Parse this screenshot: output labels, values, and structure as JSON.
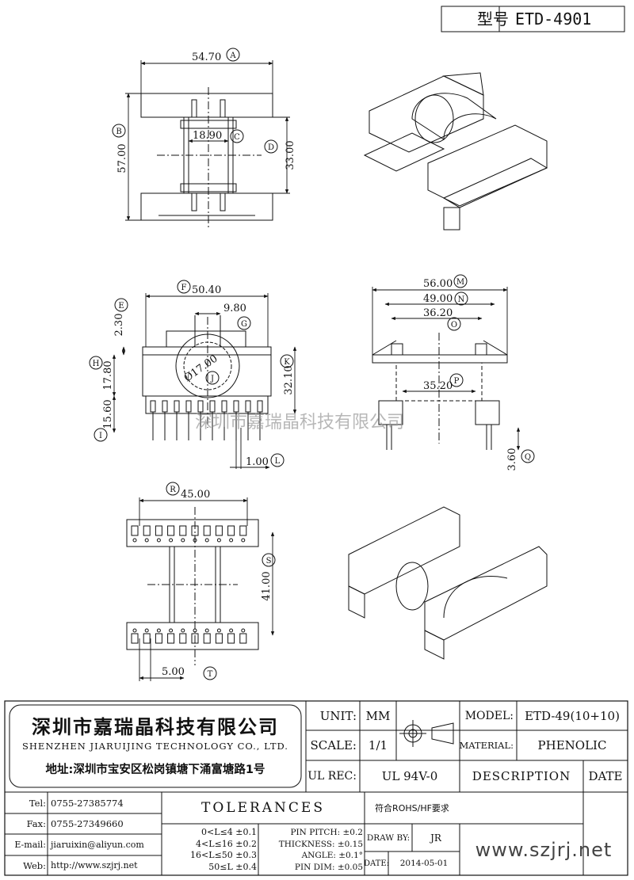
{
  "header": {
    "model_label": "型号",
    "model_value": "ETD-4901"
  },
  "dims": {
    "A": {
      "mark": "A",
      "value": "54.70"
    },
    "B": {
      "mark": "B",
      "value": "57.00"
    },
    "C": {
      "mark": "C",
      "value": "18.90"
    },
    "D": {
      "mark": "D",
      "value": "33.00"
    },
    "E": {
      "mark": "E",
      "value": "2.30"
    },
    "F": {
      "mark": "F",
      "value": "50.40"
    },
    "G": {
      "mark": "G",
      "value": "9.80"
    },
    "H": {
      "mark": "H",
      "value": "17.80"
    },
    "I": {
      "mark": "I",
      "value": "15.60"
    },
    "J": {
      "mark": "J",
      "value": "Ø17.00"
    },
    "K": {
      "mark": "K",
      "value": "32.10"
    },
    "L": {
      "mark": "L",
      "value": "1.00"
    },
    "M": {
      "mark": "M",
      "value": "56.00"
    },
    "N": {
      "mark": "N",
      "value": "49.00"
    },
    "O": {
      "mark": "O",
      "value": "36.20"
    },
    "P": {
      "mark": "P",
      "value": "35.20"
    },
    "Q": {
      "mark": "Q",
      "value": "3.60"
    },
    "R": {
      "mark": "R",
      "value": "45.00"
    },
    "S": {
      "mark": "S",
      "value": "41.00"
    },
    "T": {
      "mark": "T",
      "value": "5.00"
    }
  },
  "watermark": "深圳市嘉瑞晶科技有限公司",
  "company": {
    "name_cn": "深圳市嘉瑞晶科技有限公司",
    "name_en": "SHENZHEN JIARUIJING TECHNOLOGY CO., LTD.",
    "address": "地址:深圳市宝安区松岗镇塘下涌富塘路1号"
  },
  "title_block": {
    "unit_label": "UNIT:",
    "unit_value": "MM",
    "scale_label": "SCALE:",
    "scale_value": "1/1",
    "model_label": "MODEL:",
    "model_value": "ETD-49(10+10)",
    "material_label": "MATERIAL:",
    "material_value": "PHENOLIC",
    "ulrec_label": "UL REC:",
    "ulrec_value": "UL 94V-0",
    "description_label": "DESCRIPTION",
    "date_header": "DATE",
    "tolerances_label": "TOLERANCES",
    "rohs": "符合ROHS/HF要求",
    "draw_by_label": "DRAW BY:",
    "draw_by_value": "JR",
    "date_label": "DATE:",
    "date_value": "2014-05-01",
    "site": "www.szjrj.net"
  },
  "contact": {
    "tel_label": "Tel:",
    "tel": "0755-27385774",
    "fax_label": "Fax:",
    "fax": "0755-27349660",
    "email_label": "E-mail:",
    "email": "jiaruixin@aliyun.com",
    "web_label": "Web:",
    "web": "http://www.szjrj.net"
  },
  "tolerances": {
    "ranges": [
      "0<L≤4 ±0.1",
      "4<L≤16 ±0.2",
      "16<L≤50 ±0.3",
      "50≤L ±0.4"
    ],
    "specs": [
      "PIN PITCH: ±0.2",
      "THICKNESS: ±0.15",
      "ANGLE: ±0.1°",
      "PIN DIM: ±0.05"
    ]
  }
}
